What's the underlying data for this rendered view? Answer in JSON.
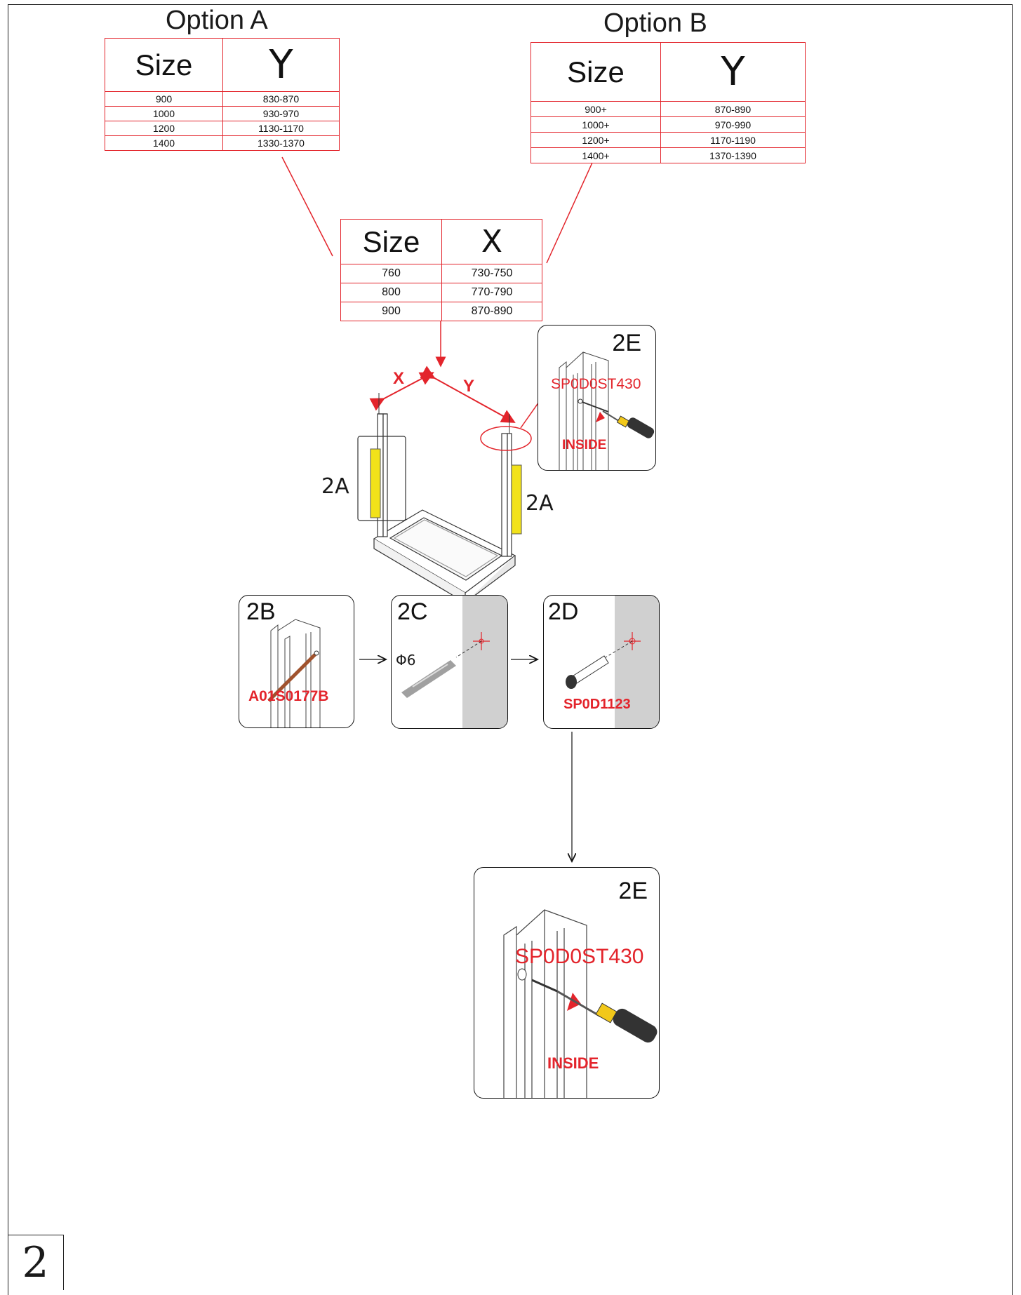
{
  "page_number": "2",
  "option_a": {
    "title": "Option A",
    "header": [
      "Size",
      "Y"
    ],
    "rows": [
      [
        "900",
        "830-870"
      ],
      [
        "1000",
        "930-970"
      ],
      [
        "1200",
        "1130-1170"
      ],
      [
        "1400",
        "1330-1370"
      ]
    ]
  },
  "option_b": {
    "title": "Option B",
    "header": [
      "Size",
      "Y"
    ],
    "rows": [
      [
        "900+",
        "870-890"
      ],
      [
        "1000+",
        "970-990"
      ],
      [
        "1200+",
        "1170-1190"
      ],
      [
        "1400+",
        "1370-1390"
      ]
    ]
  },
  "x_table": {
    "header": [
      "Size",
      "X"
    ],
    "rows": [
      [
        "760",
        "730-750"
      ],
      [
        "800",
        "770-790"
      ],
      [
        "900",
        "870-890"
      ]
    ]
  },
  "dimensions": {
    "x_label": "X",
    "y_label": "Y"
  },
  "callouts": {
    "left_2a": "2A",
    "right_2a": "2A"
  },
  "panels": {
    "p2b": {
      "id": "2B",
      "part": "A01S0177B"
    },
    "p2c": {
      "id": "2C",
      "drill": "Φ6"
    },
    "p2d": {
      "id": "2D",
      "part": "SP0D1123"
    },
    "p2e_small": {
      "id": "2E",
      "part": "SP0D0ST430",
      "note": "INSIDE"
    },
    "p2e_large": {
      "id": "2E",
      "part": "SP0D0ST430",
      "note": "INSIDE"
    }
  },
  "colors": {
    "red": "#e3242b",
    "yellow": "#f2e21a",
    "wall_gray": "#d0d0d0"
  }
}
